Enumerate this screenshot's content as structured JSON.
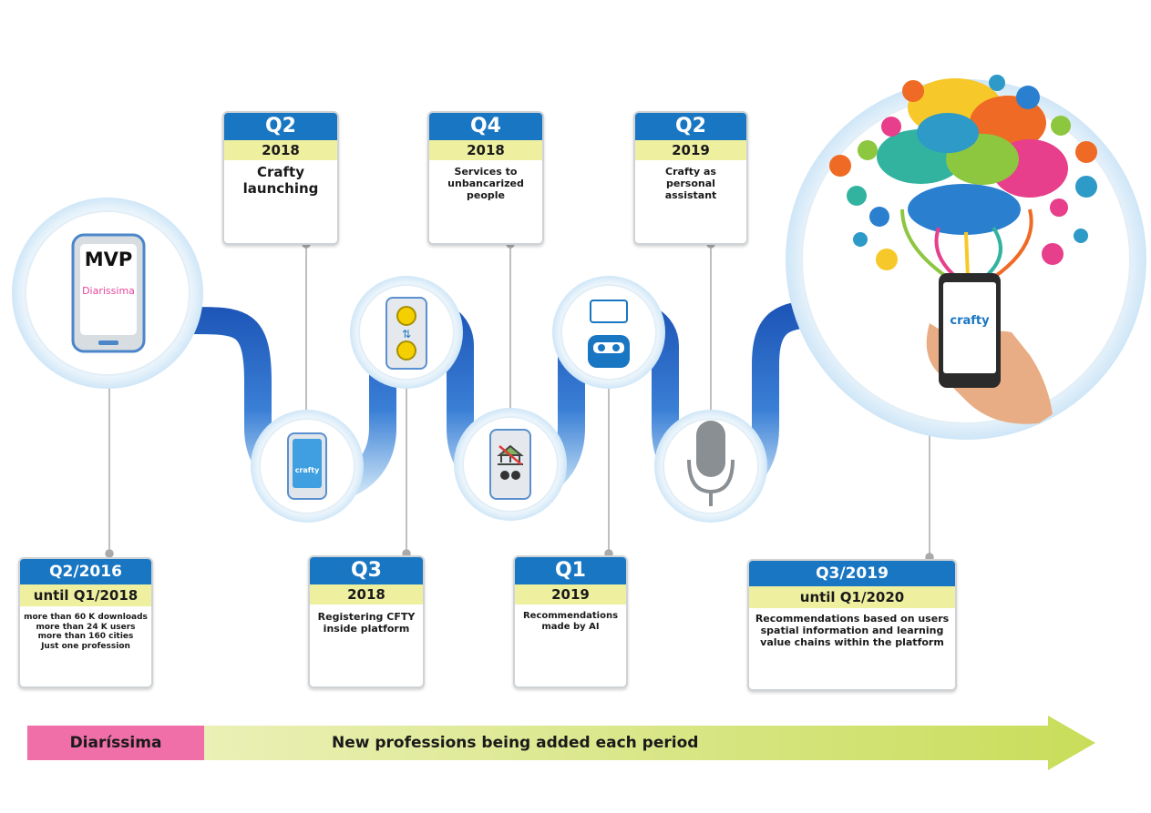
{
  "milestones": [
    {
      "quarter": "Q2/2016",
      "year": "until Q1/2018",
      "text": "more than 60 K downloads\nmore than 24 K users\nmore than 160 cities\nJust one profession"
    },
    {
      "quarter": "Q2",
      "year": "2018",
      "text": "Crafty\nlaunching"
    },
    {
      "quarter": "Q3",
      "year": "2018",
      "text": "Registering CFTY\ninside platform"
    },
    {
      "quarter": "Q4",
      "year": "2018",
      "text": "Services to\nunbancarized\npeople"
    },
    {
      "quarter": "Q1",
      "year": "2019",
      "text": "Recommendations\nmade by AI"
    },
    {
      "quarter": "Q2",
      "year": "2019",
      "text": "Crafty as\npersonal\nassistant"
    },
    {
      "quarter": "Q3/2019",
      "year": "until Q1/2020",
      "text": "Recommendations based on users\nspatial information and learning\nvalue chains within the platform"
    }
  ],
  "icons": {
    "mvp_title": "MVP",
    "mvp_brand": "Diarissima",
    "crafty_small": "crafty",
    "crafty_large": "crafty"
  },
  "footer": {
    "left_label": "Diaríssima",
    "right_label": "New professions being added each period"
  },
  "colors": {
    "blue": "#1976c2",
    "yellow": "#eef0a0",
    "pink": "#f06fa9",
    "green": "#dde98a"
  }
}
